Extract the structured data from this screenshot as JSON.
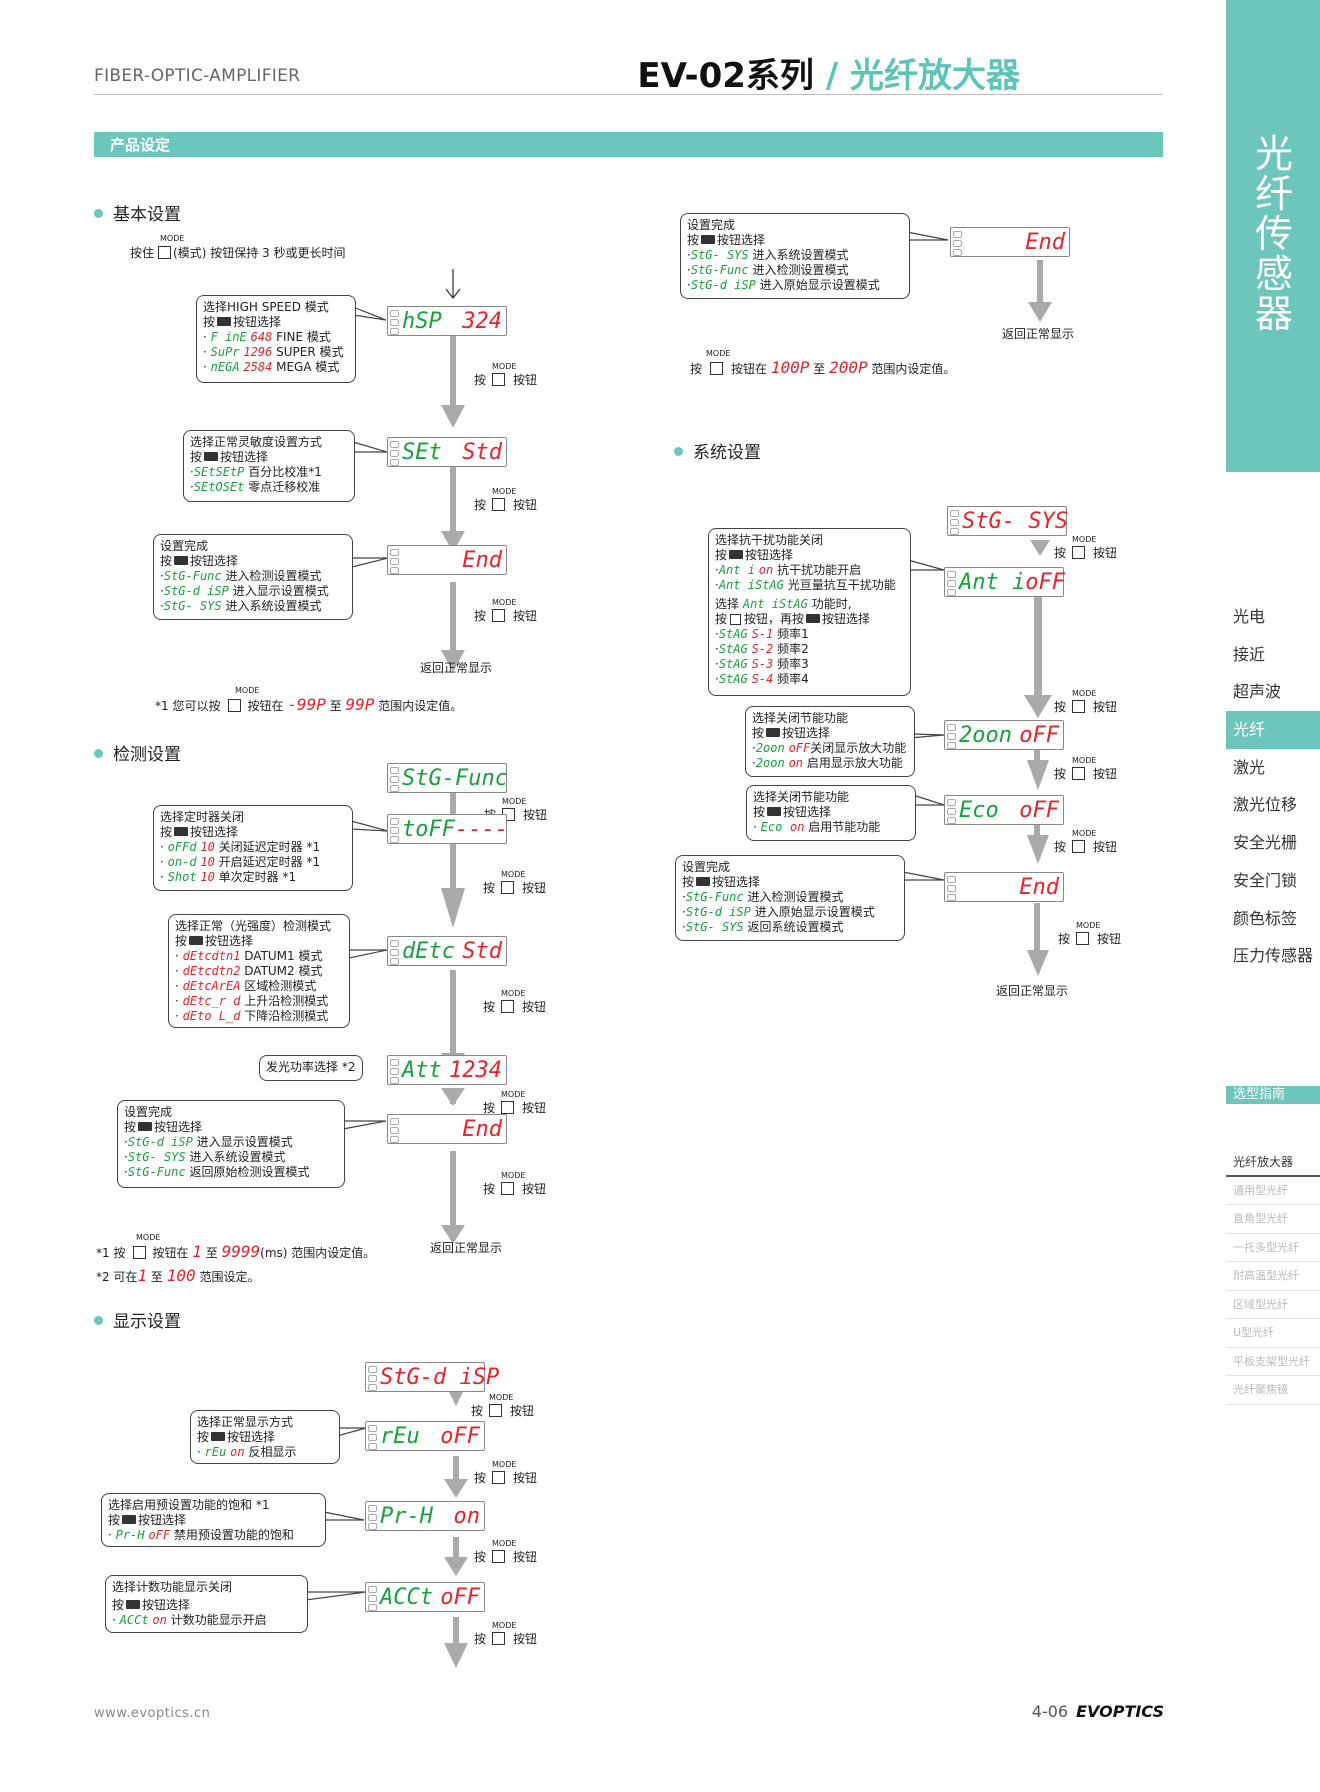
{
  "header": {
    "left": "FIBER-OPTIC-AMPLIFIER",
    "model": "EV-02系列",
    "slash": "/",
    "category": "光纤放大器"
  },
  "section_bar": "产品设定",
  "sidebar": {
    "vertical_title": [
      "光",
      "纤",
      "传",
      "感",
      "器"
    ],
    "nav": [
      "光电",
      "接近",
      "超声波",
      "光纤",
      "激光",
      "激光位移",
      "安全光栅",
      "安全门锁",
      "颜色标签",
      "压力传感器"
    ],
    "guide_bar": "选型指南",
    "guide": [
      "光纤放大器",
      "通用型光纤",
      "直角型光纤",
      "一托多型光纤",
      "耐高温型光纤",
      "区域型光纤",
      "U型光纤",
      "平板支架型光纤",
      "光纤聚焦镜"
    ]
  },
  "press": {
    "mode": "MODE",
    "a": "按",
    "b": "按钮"
  },
  "return": "返回正常显示",
  "basic": {
    "title": "基本设置",
    "intro_a": "按住",
    "intro_b": "(模式) 按钮保持 3 秒或更长时间",
    "lcd1": [
      "hSP",
      "324"
    ],
    "lcd2": [
      "SEt",
      "Std"
    ],
    "lcd3": [
      "",
      "End"
    ],
    "c1": {
      "l1": "选择HIGH SPEED 模式",
      "l2": "按",
      "l2b": "按钮选择",
      "rows": [
        [
          "F inE",
          "648",
          "FINE 模式"
        ],
        [
          "SuPr",
          "1296",
          "SUPER 模式"
        ],
        [
          "nEGA",
          "2584",
          "MEGA 模式"
        ]
      ]
    },
    "c2": {
      "l1": "选择正常灵敏度设置方式",
      "l2": "按",
      "l2b": "按钮选择",
      "rows": [
        [
          "SEtSEtP",
          "百分比校准*1"
        ],
        [
          "SEtOSEt",
          "零点迁移校准"
        ]
      ]
    },
    "c3": {
      "l1": "设置完成",
      "l2": "按",
      "l2b": "按钮选择",
      "rows": [
        [
          "StG-Func",
          "进入检测设置模式"
        ],
        [
          "StG-d iSP",
          "进入显示设置模式"
        ],
        [
          "StG- SYS",
          "进入系统设置模式"
        ]
      ]
    },
    "note_a": "*1  您可以按",
    "note_b": "按钮在",
    "note_n1": "-99P",
    "note_c": "至",
    "note_n2": "99P",
    "note_d": "范围内设定值。"
  },
  "detect": {
    "title": "检测设置",
    "lcd0": [
      "StG-Func"
    ],
    "lcd1": [
      "toFF",
      "----"
    ],
    "lcd2": [
      "dEtc",
      "Std"
    ],
    "lcd3": [
      "Att",
      "1234"
    ],
    "lcd4": [
      "",
      "End"
    ],
    "c1": {
      "l1": "选择定时器关闭",
      "l2": "按",
      "l2b": "按钮选择",
      "rows": [
        [
          "oFFd",
          "10",
          "关闭延迟定时器 *1"
        ],
        [
          "on-d",
          "10",
          "开启延迟定时器 *1"
        ],
        [
          "Shot",
          "10",
          "单次定时器 *1"
        ]
      ]
    },
    "c2": {
      "l1": "选择正常（光强度）检测模式",
      "l2": "按",
      "l2b": "按钮选择",
      "rows": [
        [
          "dEtcdtn1",
          "DATUM1 模式"
        ],
        [
          "dEtcdtn2",
          "DATUM2 模式"
        ],
        [
          "dEtcArEA",
          "区域检测模式"
        ],
        [
          "dEtc_r d",
          "上升沿检测模式"
        ],
        [
          "dEto L_d",
          "下降沿检测模式"
        ]
      ]
    },
    "c3": "发光功率选择 *2",
    "c4": {
      "l1": "设置完成",
      "l2": "按",
      "l2b": "按钮选择",
      "rows": [
        [
          "StG-d iSP",
          "进入显示设置模式"
        ],
        [
          "StG- SYS",
          "进入系统设置模式"
        ],
        [
          "StG-Func",
          "返回原始检测设置模式"
        ]
      ]
    },
    "note1_a": "*1  按",
    "note1_b": "按钮在",
    "note1_n1": "1",
    "note1_c": "至",
    "note1_n2": "9999",
    "note1_d": "(ms) 范围内设定值。",
    "note2_a": "*2  可在",
    "note2_n1": "1",
    "note2_c": "至",
    "note2_n2": "100",
    "note2_d": "范围设定。"
  },
  "display": {
    "title": "显示设置",
    "lcd0": [
      "StG-d iSP"
    ],
    "lcd1": [
      "rEu",
      "oFF"
    ],
    "lcd2": [
      "Pr-H",
      "on"
    ],
    "lcd3": [
      "ACCt",
      "oFF"
    ],
    "c1": {
      "l1": "选择正常显示方式",
      "l2": "按",
      "l2b": "按钮选择",
      "rows": [
        [
          "rEu",
          "on",
          "反相显示"
        ]
      ]
    },
    "c2": {
      "l1": "选择启用预设置功能的饱和 *1",
      "l2": "按",
      "l2b": "按钮选择",
      "rows": [
        [
          "Pr-H",
          "oFF",
          "禁用预设置功能的饱和"
        ]
      ]
    },
    "c3": {
      "l1": "选择计数功能显示关闭",
      "l2": "按",
      "l2b": "按钮选择",
      "rows": [
        [
          "ACCt",
          "on",
          "计数功能显示开启"
        ]
      ]
    }
  },
  "right_top": {
    "lcd": [
      "",
      "End"
    ],
    "c1": {
      "l1": "设置完成",
      "l2": "按",
      "l2b": "按钮选择",
      "rows": [
        [
          "StG- SYS",
          "进入系统设置模式"
        ],
        [
          "StG-Func",
          "进入检测设置模式"
        ],
        [
          "StG-d iSP",
          "进入原始显示设置模式"
        ]
      ]
    },
    "note_a": "按",
    "note_b": "按钮在",
    "note_n1": "100P",
    "note_c": "至",
    "note_n2": "200P",
    "note_d": "范围内设定值。"
  },
  "system": {
    "title": "系统设置",
    "lcd0": [
      "StG- SYS"
    ],
    "lcd1": [
      "Ant i",
      "oFF"
    ],
    "lcd2": [
      "2oon",
      "oFF"
    ],
    "lcd3": [
      "Eco",
      "oFF"
    ],
    "lcd4": [
      "",
      "End"
    ],
    "c1": {
      "l1": "选择抗干扰功能关闭",
      "l2": "按",
      "l2b": "按钮选择",
      "rows": [
        [
          "Ant i",
          "on",
          "抗干扰功能开启"
        ],
        [
          "Ant iStAG",
          "",
          "光亘量抗互干扰功能"
        ]
      ],
      "sub1_a": "选择",
      "sub1_m": "Ant iStAG",
      "sub1_b": "功能时,",
      "sub2_a": "按",
      "sub2_b": "按钮，再按",
      "sub2_c": "按钮选择",
      "freq": [
        [
          "StAG",
          "S-1",
          "频率1"
        ],
        [
          "StAG",
          "S-2",
          "频率2"
        ],
        [
          "StAG",
          "S-3",
          "频率3"
        ],
        [
          "StAG",
          "S-4",
          "频率4"
        ]
      ]
    },
    "c2": {
      "l1": "选择关闭节能功能",
      "l2": "按",
      "l2b": "按钮选择",
      "rows": [
        [
          "2oon",
          "oFF",
          "关闭显示放大功能"
        ],
        [
          "2oon",
          "on",
          "启用显示放大功能"
        ]
      ]
    },
    "c3": {
      "l1": "选择关闭节能功能",
      "l2": "按",
      "l2b": "按钮选择",
      "rows": [
        [
          "Eco",
          "on",
          "启用节能功能"
        ]
      ]
    },
    "c4": {
      "l1": "设置完成",
      "l2": "按",
      "l2b": "按钮选择",
      "rows": [
        [
          "StG-Func",
          "进入检测设置模式"
        ],
        [
          "StG-d iSP",
          "进入原始显示设置模式"
        ],
        [
          "StG- SYS",
          "返回系统设置模式"
        ]
      ]
    }
  },
  "footer": {
    "url": "www.evoptics.cn",
    "page": "4-06",
    "brand": "EVOPTICS"
  },
  "colors": {
    "accent": "#6cc6bc",
    "lcd_green": "#18a23c",
    "lcd_red": "#e8232a"
  }
}
